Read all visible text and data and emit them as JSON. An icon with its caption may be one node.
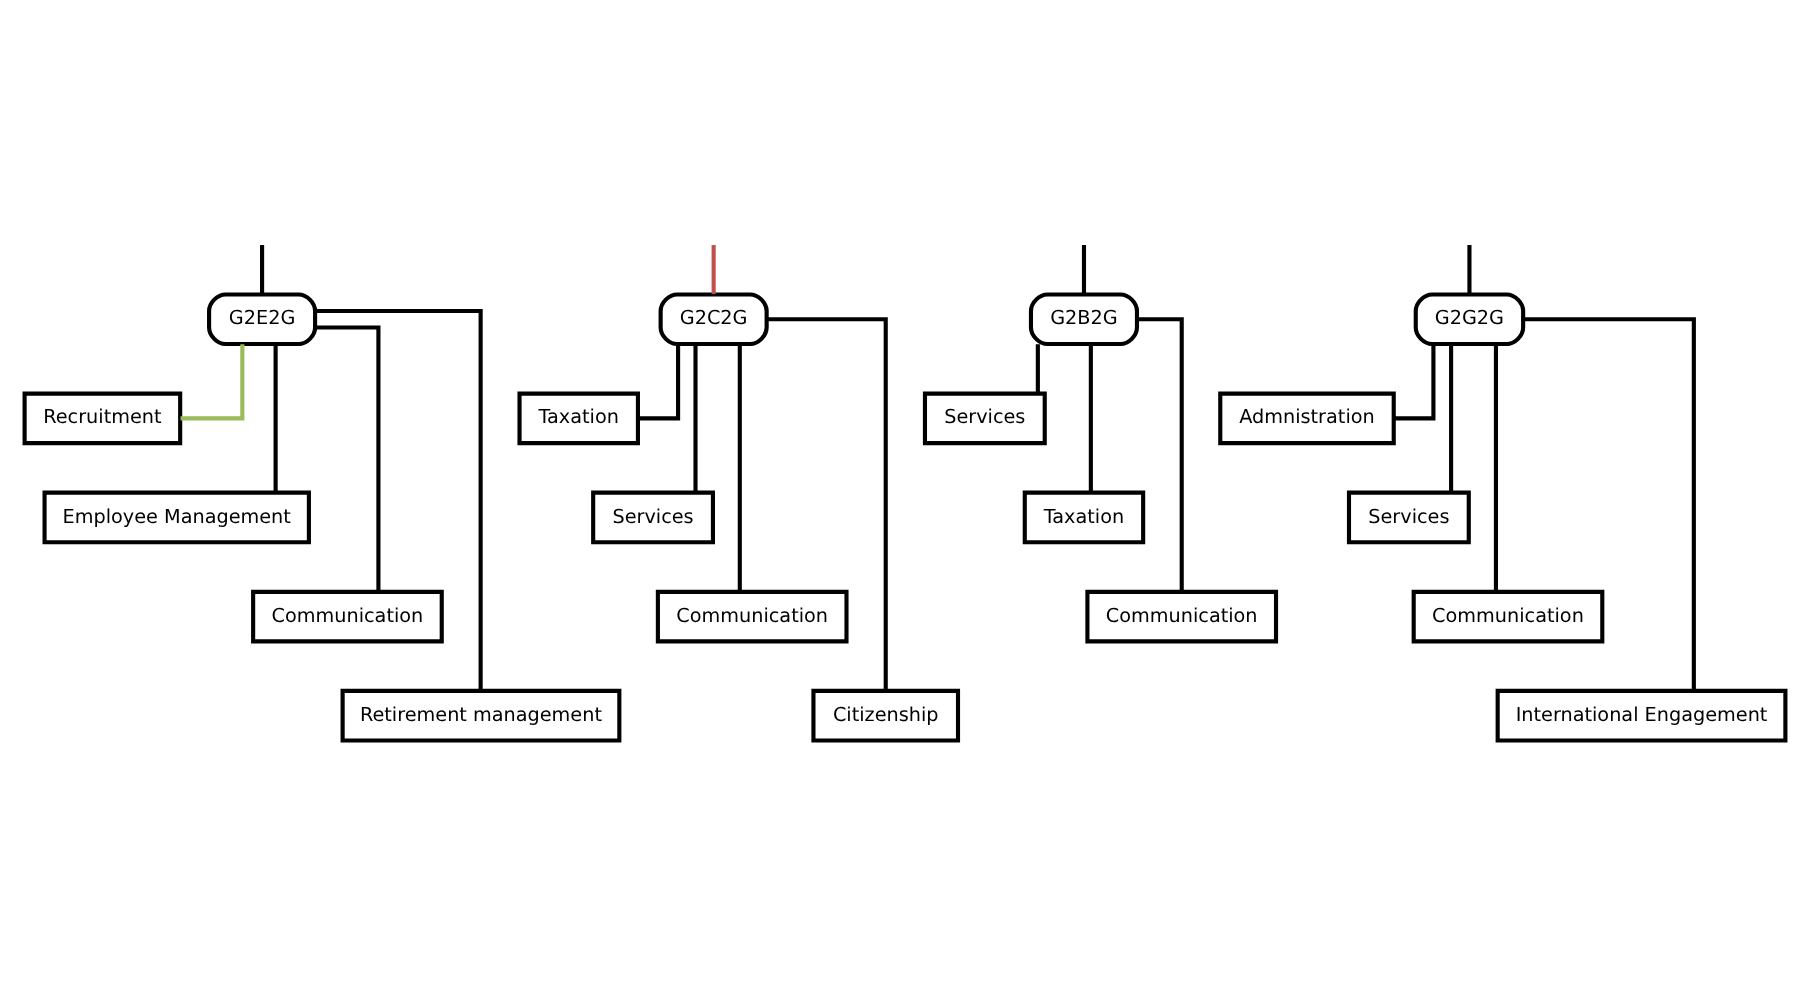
{
  "diagram": {
    "nodes": [
      {
        "text": [
          "G2E2G"
        ]
      },
      {
        "text": [
          "G2C2G"
        ]
      },
      {
        "text": [
          "G2B2G"
        ]
      },
      {
        "text": [
          "G2G2G"
        ]
      },
      {
        "text": [
          "Recruitment"
        ]
      },
      {
        "text": [
          "Employee Management"
        ]
      },
      {
        "text": [
          "Communication"
        ]
      },
      {
        "text": [
          "Retirement management"
        ]
      },
      {
        "text": [
          "Taxation"
        ]
      },
      {
        "text": [
          "Services"
        ]
      },
      {
        "text": [
          "Communication"
        ]
      },
      {
        "text": [
          "Citizenship"
        ]
      },
      {
        "text": [
          "Services"
        ]
      },
      {
        "text": [
          "Taxation"
        ]
      },
      {
        "text": [
          "Communication"
        ]
      },
      {
        "text": [
          "Admnistration"
        ]
      },
      {
        "text": [
          "Services"
        ]
      },
      {
        "text": [
          "Communication"
        ]
      },
      {
        "text": [
          "International Engagement"
        ]
      }
    ],
    "edges": [
      {
        "from": null,
        "to": 0,
        "arrow": "none"
      },
      {
        "from": null,
        "to": 1,
        "arrow": "none",
        "color": "#c0504d"
      },
      {
        "from": null,
        "to": 2,
        "arrow": "none"
      },
      {
        "from": null,
        "to": 3,
        "arrow": "none"
      },
      {
        "from": 0,
        "to": 4,
        "arrow": "none",
        "color": "#9bbb59"
      },
      {
        "from": 0,
        "to": 5,
        "arrow": "none"
      },
      {
        "from": 0,
        "to": 6,
        "arrow": "none"
      },
      {
        "from": 0,
        "to": 7,
        "arrow": "none"
      },
      {
        "from": 1,
        "to": 8,
        "arrow": "none"
      },
      {
        "from": 1,
        "to": 9,
        "arrow": "none"
      },
      {
        "from": 1,
        "to": 10,
        "arrow": "none"
      },
      {
        "from": 1,
        "to": 11,
        "arrow": "none"
      },
      {
        "from": 2,
        "to": 12,
        "arrow": "none"
      },
      {
        "from": 2,
        "to": 13,
        "arrow": "none"
      },
      {
        "from": 2,
        "to": 14,
        "arrow": "none"
      },
      {
        "from": 3,
        "to": 15,
        "arrow": "none"
      },
      {
        "from": 3,
        "to": 16,
        "arrow": "none"
      },
      {
        "from": 3,
        "to": 17,
        "arrow": "none"
      },
      {
        "from": 3,
        "to": 18,
        "arrow": "none"
      }
    ]
  }
}
